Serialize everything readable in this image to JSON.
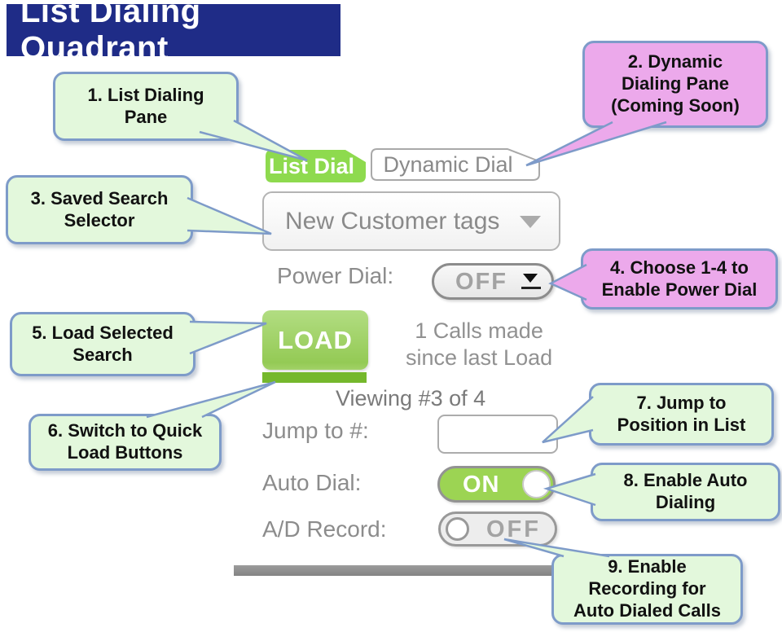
{
  "title": "List Dialing Quadrant",
  "panel": {
    "tabs": [
      {
        "label": "List Dial",
        "state": "active"
      },
      {
        "label": "Dynamic Dial",
        "state": "inactive"
      }
    ],
    "saved_search_value": "New Customer tags",
    "power_dial_label": "Power Dial:",
    "power_dial_value": "OFF",
    "load_label": "LOAD",
    "calls_made_text": "1 Calls made\nsince last Load",
    "viewing_text": "Viewing #3 of 4",
    "jump_label": "Jump to #:",
    "jump_value": "",
    "auto_dial_label": "Auto Dial:",
    "auto_dial_value": "ON",
    "ad_record_label": "A/D Record:",
    "ad_record_value": "OFF"
  },
  "callouts": [
    {
      "num": 1,
      "text": "1. List Dialing\nPane",
      "color": "green"
    },
    {
      "num": 2,
      "text": "2. Dynamic\nDialing Pane\n(Coming Soon)",
      "color": "pink"
    },
    {
      "num": 3,
      "text": "3. Saved Search\nSelector",
      "color": "green"
    },
    {
      "num": 4,
      "text": "4. Choose 1-4 to\nEnable Power Dial",
      "color": "pink"
    },
    {
      "num": 5,
      "text": "5. Load Selected\nSearch",
      "color": "green"
    },
    {
      "num": 6,
      "text": "6. Switch to Quick\nLoad Buttons",
      "color": "green"
    },
    {
      "num": 7,
      "text": "7. Jump to\nPosition in List",
      "color": "green"
    },
    {
      "num": 8,
      "text": "8. Enable Auto\nDialing",
      "color": "green"
    },
    {
      "num": 9,
      "text": "9. Enable\nRecording for\nAuto Dialed Calls",
      "color": "green"
    }
  ],
  "colors": {
    "title_bg": "#1F2C87",
    "active_tab_green": "#8EDA4E",
    "toggle_on_green": "#9CD453",
    "load_green_top": "#AEDB7D",
    "load_green_bottom": "#94CA55",
    "load_underbar_green": "#75B82C",
    "callout_green_fill": "#E3F8DC",
    "callout_pink_fill": "#ECA9EB",
    "callout_border_blue": "#7E9BC9",
    "label_gray": "#8C8C8C"
  }
}
